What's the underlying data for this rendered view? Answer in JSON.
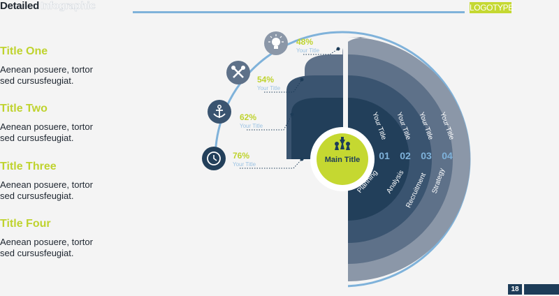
{
  "header": {
    "title_word1": "Detailed",
    "title_word2": "Infographic",
    "logotype": "LOGOTYPE"
  },
  "sidebar": [
    {
      "title": "Title One",
      "text": "Aenean posuere, tortor\nsed cursusfeugiat."
    },
    {
      "title": "Title Two",
      "text": "Aenean posuere, tortor\nsed cursusfeugiat."
    },
    {
      "title": "Title Three",
      "text": "Aenean posuere, tortor\nsed cursusfeugiat."
    },
    {
      "title": "Title Four",
      "text": "Aenean posuere, tortor\nsed cursusfeugiat."
    }
  ],
  "diagram": {
    "center_title": "Main Title",
    "center_icon": "chess-pieces-icon",
    "segments": [
      {
        "number": "01",
        "title": "Your Title",
        "label": "Planning",
        "percent": "76%",
        "percent_caption": "Your Title",
        "icon": "clock-icon",
        "color": "#223f5a"
      },
      {
        "number": "02",
        "title": "Your Title",
        "label": "Analysis",
        "percent": "62%",
        "percent_caption": "Your Title",
        "icon": "anchor-icon",
        "color": "#3a5470"
      },
      {
        "number": "03",
        "title": "Your Title",
        "label": "Recruitment",
        "percent": "54%",
        "percent_caption": "Your Title",
        "icon": "tools-icon",
        "color": "#5e7189"
      },
      {
        "number": "04",
        "title": "Your Title",
        "label": "Strategy",
        "percent": "48%",
        "percent_caption": "Your Title",
        "icon": "lightbulb-icon",
        "color": "#8b97a8"
      }
    ],
    "colors": {
      "accent": "#c5d831",
      "number": "#7fb2da",
      "ring": "#7fb2da",
      "dark": "#1d3c58"
    }
  },
  "footer": {
    "page_number": "18"
  }
}
